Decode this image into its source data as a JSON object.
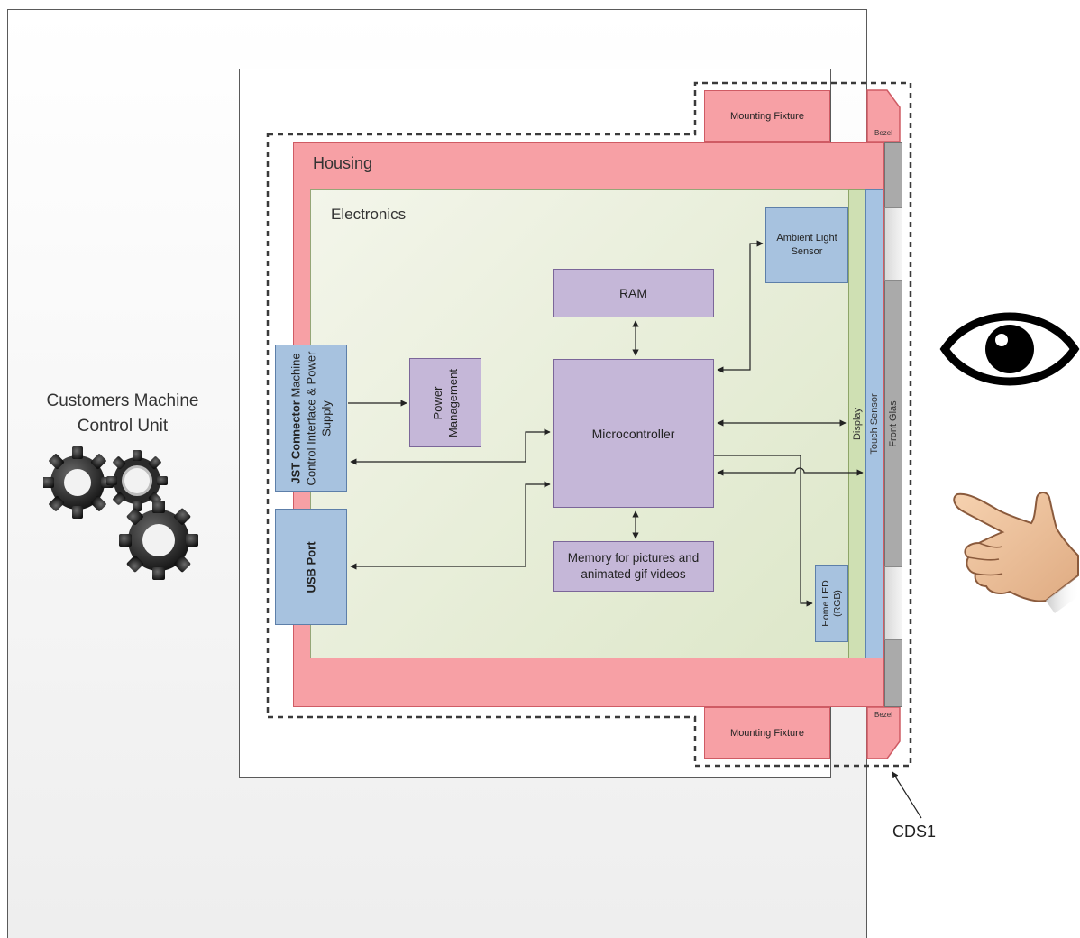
{
  "labels": {
    "customer": "Customers Machine Control Unit",
    "housing": "Housing",
    "electronics": "Electronics",
    "mount_top": "Mounting Fixture",
    "mount_bottom": "Mounting Fixture",
    "bezel_top": "Bezel",
    "bezel_bottom": "Bezel",
    "ram": "RAM",
    "microcontroller": "Microcontroller",
    "memory": "Memory for pictures and animated gif videos",
    "ambient": "Ambient Light Sensor",
    "power": "Power Management",
    "jst_bold": "JST Connector",
    "jst_rest": " Machine Control Interface & Power Supply",
    "usb": "USB Port",
    "home_led": "Home LED (RGB)",
    "display": "Display",
    "touch": "Touch Sensor",
    "glass": "Front Glas",
    "cds": "CDS1"
  },
  "icons": [
    "gears-icon",
    "eye-icon",
    "pointing-hand-icon"
  ],
  "colors": {
    "housing": "#f7a0a5",
    "electronics": "#e6edd7",
    "block": "#c5b7d8",
    "interface": "#a7c2df"
  }
}
